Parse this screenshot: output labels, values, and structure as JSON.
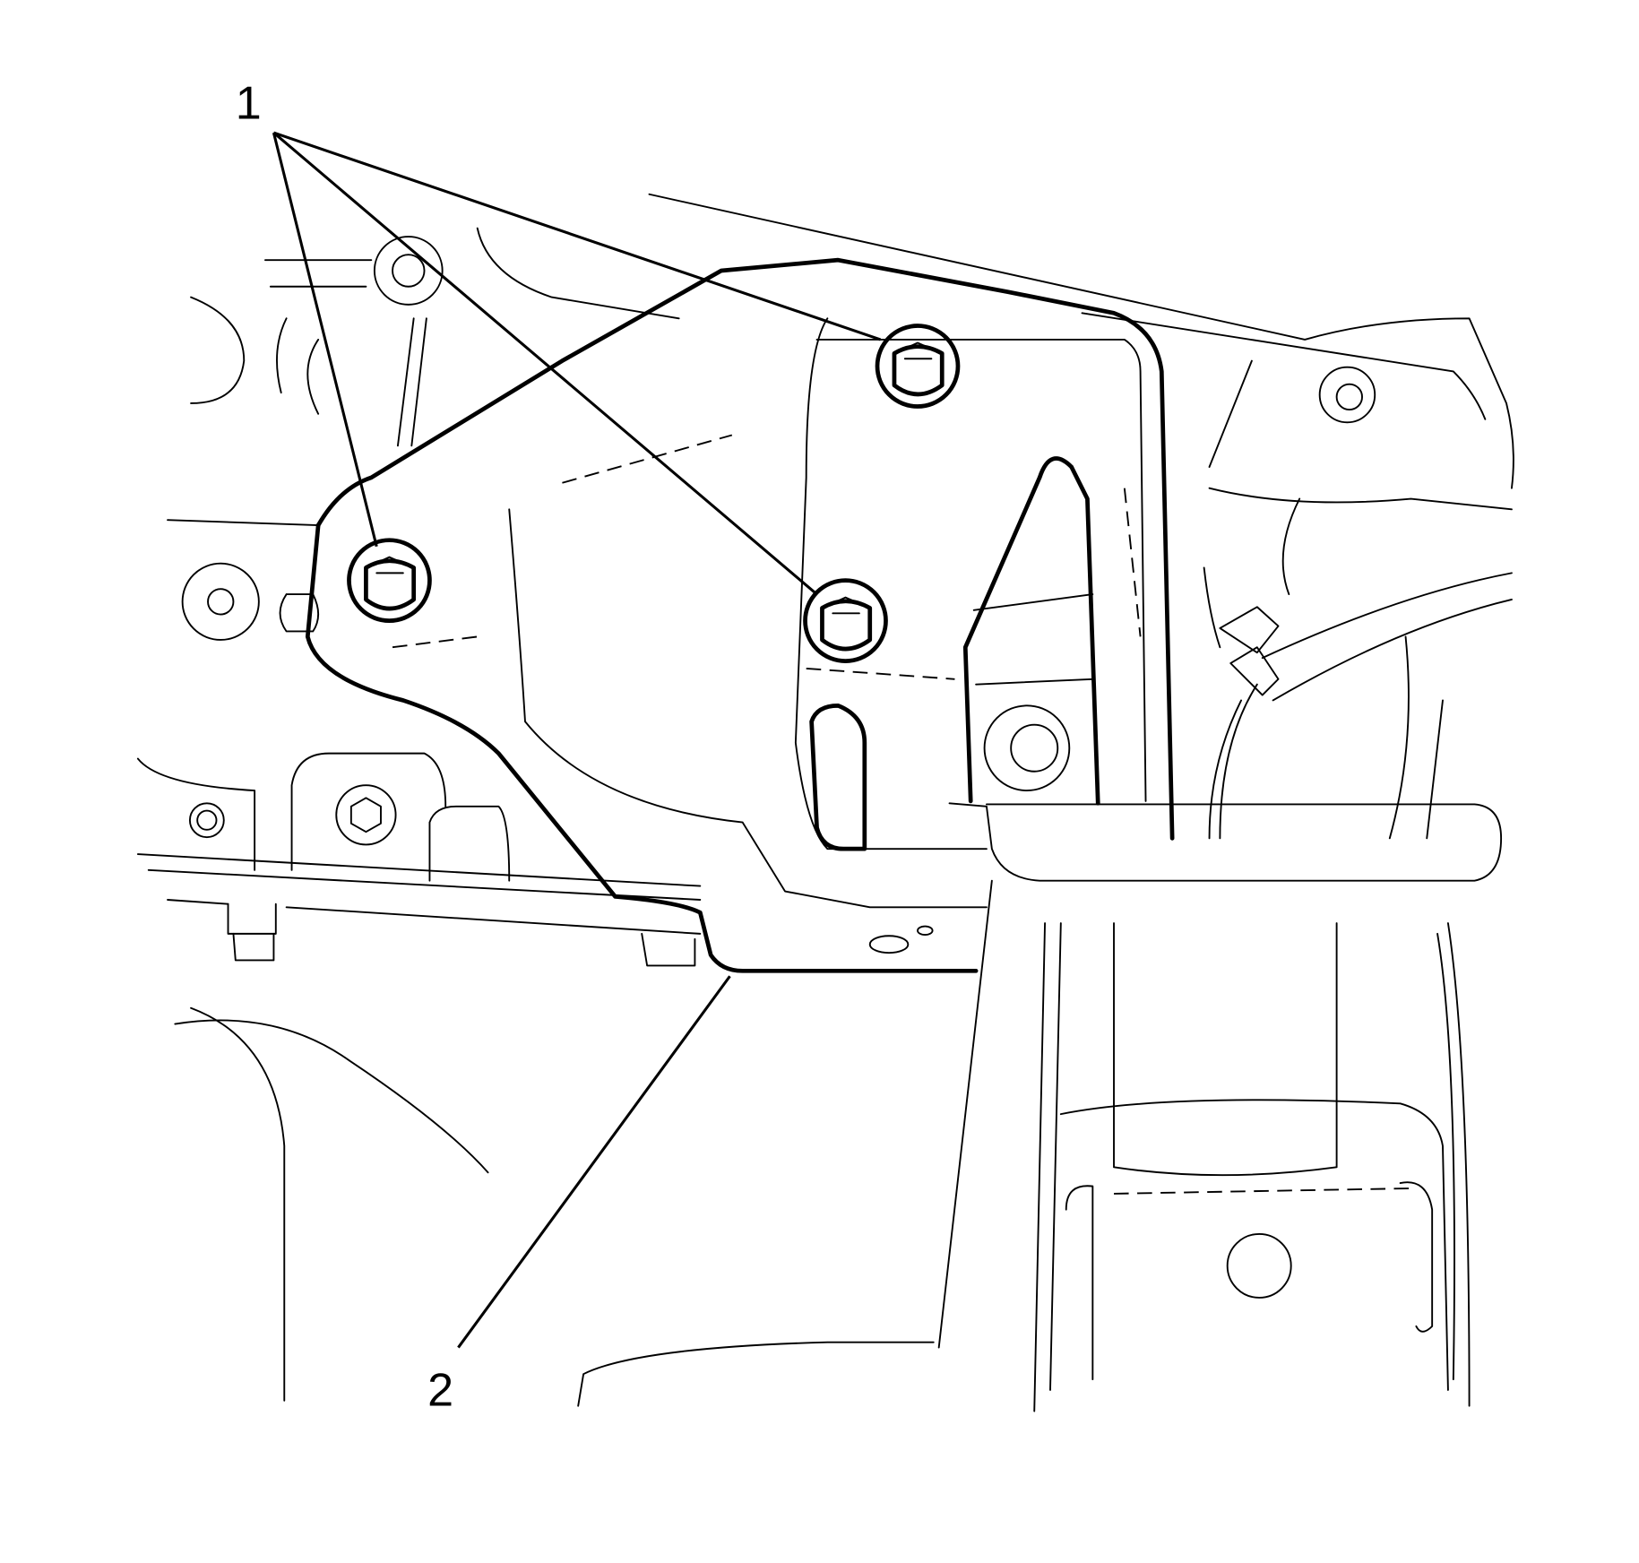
{
  "figure": {
    "callouts": [
      {
        "label": "1",
        "targets": [
          "bolt-left",
          "bolt-middle",
          "bolt-top"
        ]
      },
      {
        "label": "2",
        "targets": [
          "bracket"
        ]
      }
    ],
    "line_color": "#000000",
    "background": "#ffffff"
  }
}
